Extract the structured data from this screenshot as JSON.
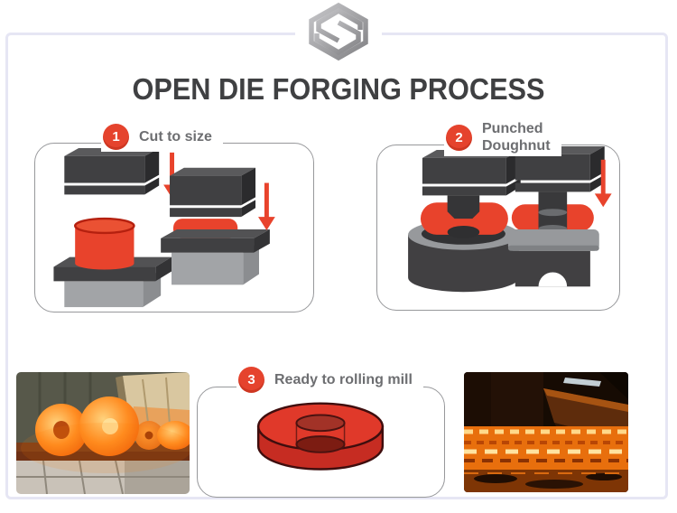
{
  "title": "OPEN DIE FORGING PROCESS",
  "logo": {
    "name": "hexagon-s-logo"
  },
  "steps": [
    {
      "number": "1",
      "label": "Cut to size",
      "illustration": "billet-upsetting-dies"
    },
    {
      "number": "2",
      "label_lines": [
        "Punched",
        "Doughnut"
      ],
      "illustration": "punching-doughnut-dies"
    },
    {
      "number": "3",
      "label": "Ready to rolling mill",
      "illustration": "red-doughnut-ring"
    }
  ],
  "photos": [
    {
      "name": "hot-forged-rings-photo"
    },
    {
      "name": "hot-rolling-mill-photo"
    }
  ],
  "colors": {
    "accent_red": "#e5432d",
    "illustration_red": "#e8432c",
    "die_dark_gray": "#404042",
    "die_light_gray": "#a2a4a7",
    "label_gray": "#6d6e71",
    "title_gray": "#3f4042",
    "box_border_gray": "#97989b",
    "frame_lavender": "#e6e6f4"
  }
}
